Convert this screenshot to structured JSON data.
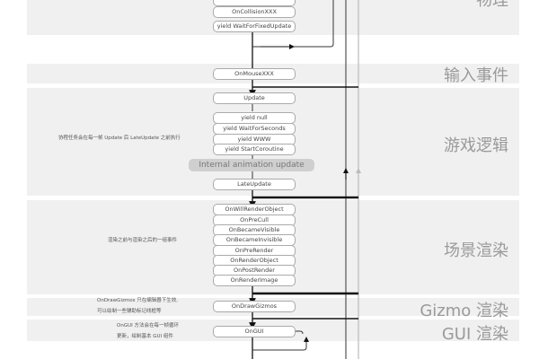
{
  "sections": {
    "physics": "物理",
    "input": "输入事件",
    "game_logic": "游戏逻辑",
    "scene_render": "场景渲染",
    "gizmo_render": "Gizmo 渲染",
    "gui_render": "GUI 渲染"
  },
  "physics": [
    "OnCollisionXXX",
    "yield WaitForFixedUpdate"
  ],
  "input": [
    "OnMouseXXX"
  ],
  "game_logic": [
    "Update",
    "yield null",
    "yield WaitForSeconds",
    "yield WWW",
    "yield StartCoroutine",
    "LateUpdate"
  ],
  "internal_animation": "Internal animation update",
  "scene_render": [
    "OnWillRenderObject",
    "OnPreCull",
    "OnBecameVisible",
    "OnBecameInvisible",
    "OnPreRender",
    "OnRenderObject",
    "OnPostRender",
    "OnRenderImage"
  ],
  "gizmo": [
    "OnDrawGizmos"
  ],
  "gui": [
    "OnGUI"
  ],
  "notes": {
    "coroutine": "协程任务会在每一帧 Update 后 LateUpdate 之前执行",
    "render": "渲染之前与渲染之后的一组事件",
    "gizmo_1": "OnDrawGizmos 只在编辑器下生效,",
    "gizmo_2": "可以绘制一些辅助标记线框等",
    "gui_1": "OnGUI 方法会在每一帧循环",
    "gui_2": "更新，绘制基本 GUI 组件"
  }
}
